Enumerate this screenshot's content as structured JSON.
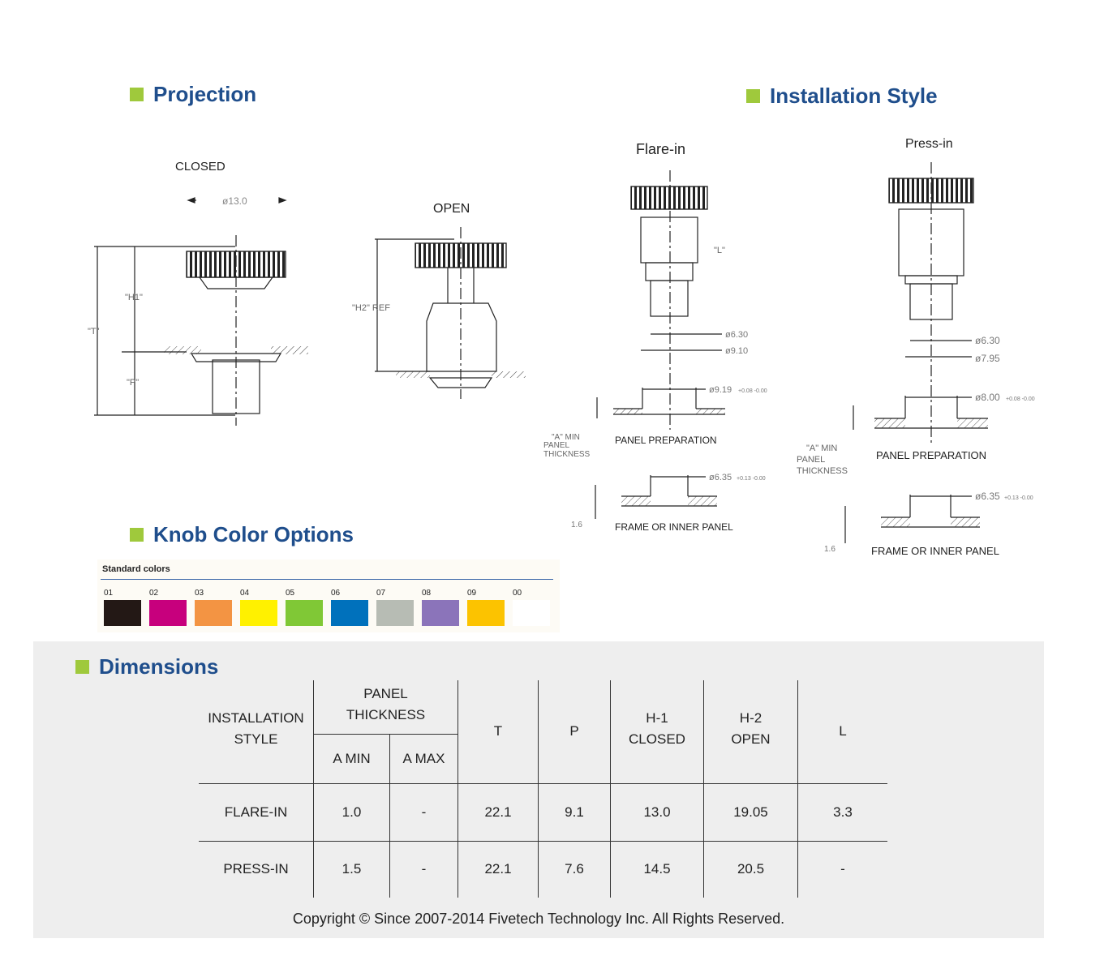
{
  "sections": {
    "projection": "Projection",
    "installation": "Installation Style",
    "knob_colors": "Knob Color Options",
    "dimensions": "Dimensions"
  },
  "projection": {
    "closed": "CLOSED",
    "open": "OPEN",
    "dia": "ø13.0",
    "h1": "\"H1\"",
    "t": "\"T\"",
    "p": "\"P\"",
    "h2ref": "\"H2\" REF"
  },
  "installation": {
    "flare_in": "Flare-in",
    "press_in": "Press-in",
    "l": "\"L\"",
    "f_d1": "ø6.30",
    "f_d2": "ø9.10",
    "f_hole": "ø9.19",
    "f_tol": "+0.08 -0.00",
    "p_d1": "ø6.30",
    "p_d2": "ø7.95",
    "p_hole": "ø8.00",
    "p_tol": "+0.08 -0.00",
    "frame_hole": "ø6.35",
    "frame_tol": "+0.13 -0.00",
    "a_min_1": "\"A\" MIN",
    "a_min_2": "PANEL",
    "a_min_3": "THICKNESS",
    "panel_prep": "PANEL PREPARATION",
    "frame": "FRAME OR INNER PANEL",
    "frame_t": "1.6"
  },
  "colors": {
    "heading": "Standard colors",
    "swatches": [
      {
        "code": "01",
        "color": "#231815"
      },
      {
        "code": "02",
        "color": "#c7007d"
      },
      {
        "code": "03",
        "color": "#f39443"
      },
      {
        "code": "04",
        "color": "#fff100"
      },
      {
        "code": "05",
        "color": "#80c836"
      },
      {
        "code": "06",
        "color": "#0071bc"
      },
      {
        "code": "07",
        "color": "#b7bcb4"
      },
      {
        "code": "08",
        "color": "#8b74ba"
      },
      {
        "code": "09",
        "color": "#fcc300"
      },
      {
        "code": "00",
        "color": "#ffffff"
      }
    ]
  },
  "table": {
    "col_style_1": "INSTALLATION",
    "col_style_2": "STYLE",
    "col_panel_1": "PANEL",
    "col_panel_2": "THICKNESS",
    "a_min": "A MIN",
    "a_max": "A MAX",
    "t": "T",
    "p": "P",
    "h1_1": "H-1",
    "h1_2": "CLOSED",
    "h2_1": "H-2",
    "h2_2": "OPEN",
    "l": "L",
    "rows": [
      {
        "style": "FLARE-IN",
        "a_min": "1.0",
        "a_max": "-",
        "t": "22.1",
        "p": "9.1",
        "h1": "13.0",
        "h2": "19.05",
        "l": "3.3"
      },
      {
        "style": "PRESS-IN",
        "a_min": "1.5",
        "a_max": "-",
        "t": "22.1",
        "p": "7.6",
        "h1": "14.5",
        "h2": "20.5",
        "l": "-"
      }
    ]
  },
  "copyright": "Copyright © Since 2007-2014 Fivetech Technology Inc. All Rights Reserved."
}
